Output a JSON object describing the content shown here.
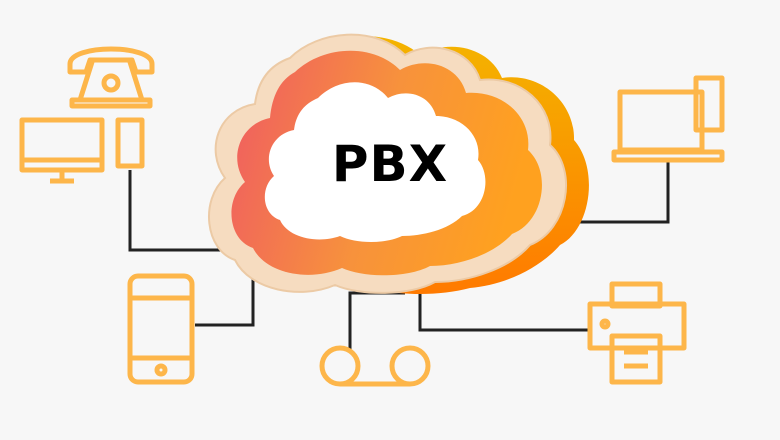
{
  "diagram": {
    "center_label": "PBX",
    "colors": {
      "icon_stroke": "#fdb64a",
      "connector": "#222222",
      "cloud_rim": "#f6dcc0",
      "cloud_gradient_start": "#ef5a63",
      "cloud_gradient_end": "#ffa11f",
      "background": "#f7f7f7"
    },
    "nodes": [
      {
        "id": "desk-phone",
        "icon": "telephone-icon"
      },
      {
        "id": "desktop-computer",
        "icon": "monitor-icon"
      },
      {
        "id": "tablet",
        "icon": "tablet-icon"
      },
      {
        "id": "smartphone",
        "icon": "smartphone-icon"
      },
      {
        "id": "voicemail",
        "icon": "voicemail-icon"
      },
      {
        "id": "laptop",
        "icon": "laptop-icon"
      },
      {
        "id": "printer",
        "icon": "printer-icon"
      }
    ]
  }
}
